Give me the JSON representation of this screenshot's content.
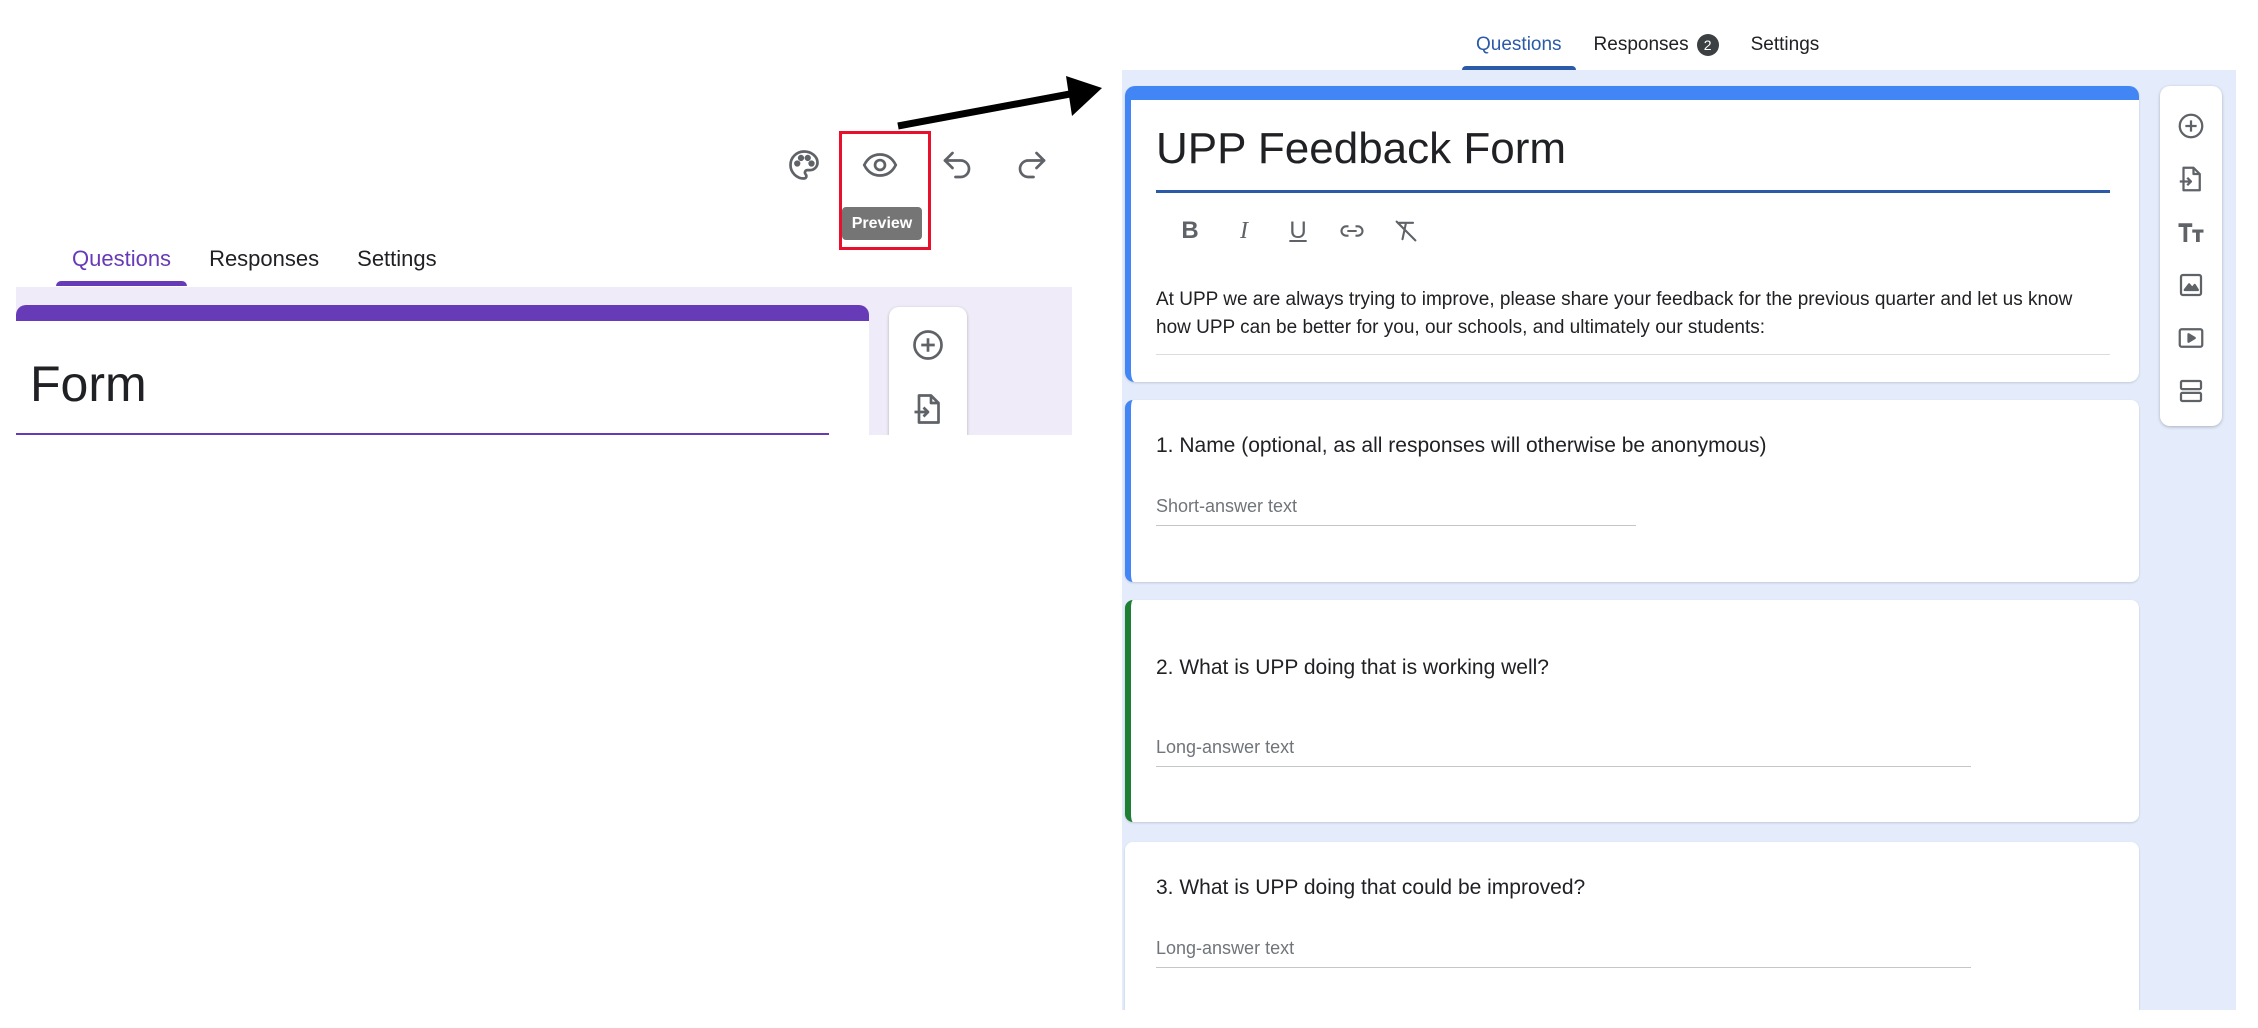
{
  "left": {
    "toolbar": {
      "palette_icon": "palette-icon",
      "preview_icon": "eye-icon",
      "undo_icon": "undo-icon",
      "redo_icon": "redo-icon",
      "preview_tooltip": "Preview"
    },
    "tabs": [
      {
        "label": "Questions",
        "active": true
      },
      {
        "label": "Responses",
        "active": false
      },
      {
        "label": "Settings",
        "active": false
      }
    ],
    "form_title": "Form",
    "accent_color": "#673ab7",
    "highlight_color": "#e8102b"
  },
  "right": {
    "tabs": [
      {
        "label": "Questions",
        "active": true
      },
      {
        "label": "Responses",
        "active": false,
        "badge": "2"
      },
      {
        "label": "Settings",
        "active": false
      }
    ],
    "form_title": "UPP Feedback Form",
    "formatting": [
      "bold-icon",
      "italic-icon",
      "underline-icon",
      "link-icon",
      "clear-format-icon"
    ],
    "formatting_labels": {
      "bold": "B",
      "italic": "I",
      "underline": "U"
    },
    "description": "At UPP we are always trying to improve, please share your feedback for the previous quarter and let us know how UPP can be better for you, our schools, and ultimately our students:",
    "questions": [
      {
        "title": "1. Name (optional, as all responses will otherwise be anonymous)",
        "answer_placeholder": "Short-answer text"
      },
      {
        "title": "2. What is UPP doing that is working well?",
        "answer_placeholder": "Long-answer text"
      },
      {
        "title": "3. What is UPP doing that could be improved?",
        "answer_placeholder": "Long-answer text"
      }
    ],
    "sidebar_icons": [
      "add-question-icon",
      "import-questions-icon",
      "add-title-icon",
      "add-image-icon",
      "add-video-icon",
      "add-section-icon"
    ],
    "accent_color": "#4285f4"
  }
}
